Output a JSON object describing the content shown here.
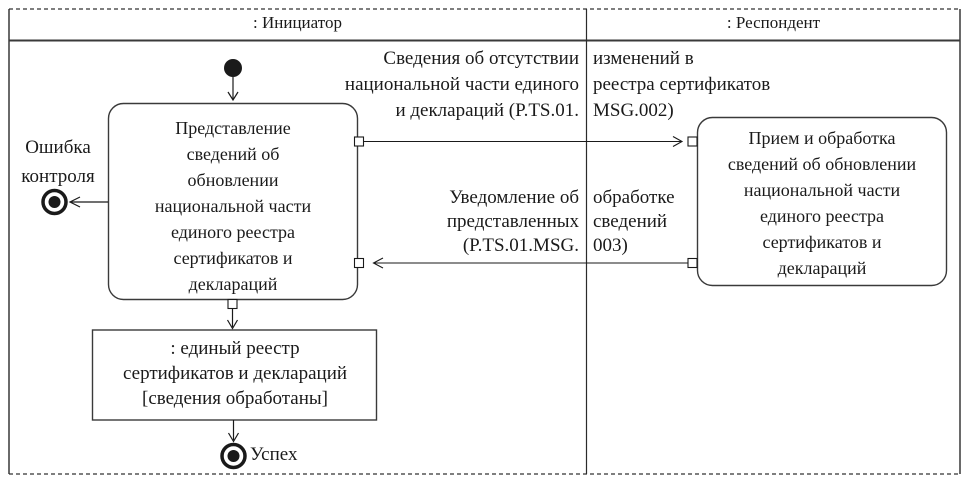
{
  "diagram": {
    "lanes": [
      {
        "title": ": Инициатор"
      },
      {
        "title": ": Респондент"
      }
    ],
    "nodes": {
      "initiator_activity": {
        "lines": [
          "Представление",
          "сведений об",
          "обновлении",
          "национальной части",
          "единого реестра",
          "сертификатов и",
          "деклараций"
        ]
      },
      "respondent_activity": {
        "lines": [
          "Прием и обработка",
          "сведений об обновлении",
          "национальной части",
          "единого реестра",
          "сертификатов и",
          "деклараций"
        ]
      },
      "object_box": {
        "lines": [
          ": единый реестр",
          "сертификатов и деклараций",
          "[сведения обработаны]"
        ]
      },
      "error_label": {
        "lines": [
          "Ошибка",
          "контроля"
        ]
      },
      "success_label": "Успех"
    },
    "messages": [
      {
        "left_lines": [
          "Сведения об отсутствии",
          "национальной части единого",
          "и деклараций (P.TS.01."
        ],
        "right_lines": [
          "изменений в",
          "реестра сертификатов",
          "MSG.002)"
        ]
      },
      {
        "left_lines": [
          "Уведомление об",
          "представленных",
          "(P.TS.01.MSG."
        ],
        "right_lines": [
          "обработке",
          "сведений",
          "003)"
        ]
      }
    ],
    "colors": {
      "ink": "#1a1a1a",
      "line": "#2b2b2b",
      "background": "#ffffff"
    }
  }
}
